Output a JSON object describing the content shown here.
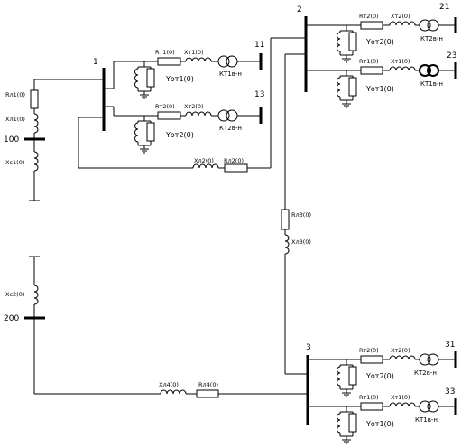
{
  "nodes": {
    "n1": "1",
    "n2": "2",
    "n3": "3",
    "n11": "11",
    "n13": "13",
    "n21": "21",
    "n23": "23",
    "n31": "31",
    "n33": "33",
    "n100": "100",
    "n200": "200"
  },
  "labels": {
    "rn1": "Rл1(0)",
    "xn1": "Xл1(0)",
    "xc1": "Xс1(0)",
    "xc2": "Xс2(0)",
    "xn2": "Xл2(0)",
    "rn2": "Rл2(0)",
    "rn3": "Rл3(0)",
    "xn3": "Xл3(0)",
    "xn4": "Xл4(0)",
    "rn4": "Rл4(0)",
    "b1_top_r": "Rт1(0)",
    "b1_top_x": "Xт1(0)",
    "b1_top_y": "Yот1(0)",
    "b1_top_kt": "КТ1в-н",
    "b1_bot_r": "Rт2(0)",
    "b1_bot_x": "Xт2(0)",
    "b1_bot_y": "Yот2(0)",
    "b1_bot_kt": "КТ2в-н",
    "b2_top_r": "Rт2(0)",
    "b2_top_x": "Xт2(0)",
    "b2_top_y": "Yот2(0)",
    "b2_top_kt": "КТ2в-н",
    "b2_bot_r": "Rт1(0)",
    "b2_bot_x": "Xт1(0)",
    "b2_bot_y": "Yот1(0)",
    "b2_bot_kt": "КТ1в-н",
    "b3_top_r": "Rт2(0)",
    "b3_top_x": "Xт2(0)",
    "b3_top_y": "Yот2(0)",
    "b3_top_kt": "КТ2в-н",
    "b3_bot_r": "Rт1(0)",
    "b3_bot_x": "Xт1(0)",
    "b3_bot_y": "Yот1(0)",
    "b3_bot_kt": "КТ1в-н"
  }
}
